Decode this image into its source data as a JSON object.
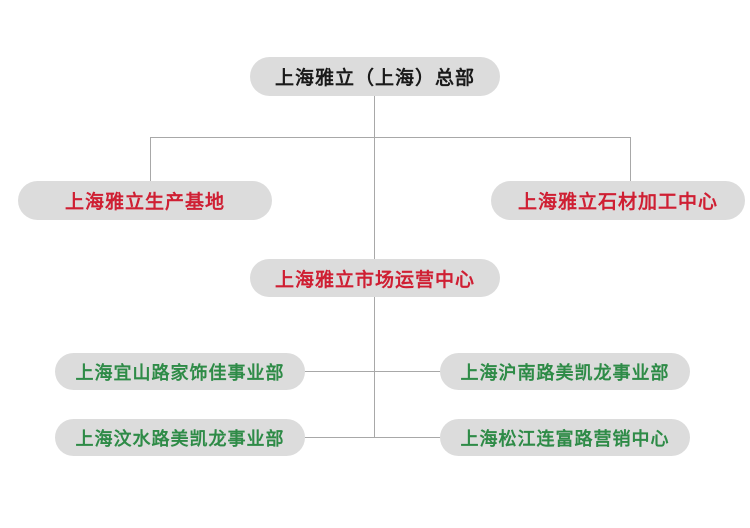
{
  "chart_data": {
    "type": "diagram",
    "title": "",
    "diagram_kind": "organizational-chart",
    "orientation": "top-down",
    "background_color": "#ffffff",
    "node_fill_color": "#dcdcdc",
    "connector_color": "#a8a8a8",
    "levels": [
      {
        "level": 1,
        "nodes": [
          {
            "id": "hq",
            "label": "上海雅立（上海）总部",
            "text_color": "#1a1a1a"
          }
        ]
      },
      {
        "level": 2,
        "nodes": [
          {
            "id": "production-base",
            "label": "上海雅立生产基地",
            "text_color": "#cf1f33"
          },
          {
            "id": "stone-processing-center",
            "label": "上海雅立石材加工中心",
            "text_color": "#cf1f33"
          }
        ]
      },
      {
        "level": 3,
        "nodes": [
          {
            "id": "market-operation-center",
            "label": "上海雅立市场运营中心",
            "text_color": "#cf1f33"
          }
        ]
      },
      {
        "level": 4,
        "nodes": [
          {
            "id": "yishan-road-division",
            "label": "上海宜山路家饰佳事业部",
            "text_color": "#2e8b47"
          },
          {
            "id": "hunan-road-division",
            "label": "上海沪南路美凯龙事业部",
            "text_color": "#2e8b47"
          },
          {
            "id": "wenshui-road-division",
            "label": "上海汶水路美凯龙事业部",
            "text_color": "#2e8b47"
          },
          {
            "id": "songjiang-lianfu-road-center",
            "label": "上海松江连富路营销中心",
            "text_color": "#2e8b47"
          }
        ]
      }
    ],
    "edges": [
      {
        "from": "hq",
        "to": "production-base"
      },
      {
        "from": "hq",
        "to": "stone-processing-center"
      },
      {
        "from": "hq",
        "to": "market-operation-center"
      },
      {
        "from": "market-operation-center",
        "to": "yishan-road-division"
      },
      {
        "from": "market-operation-center",
        "to": "hunan-road-division"
      },
      {
        "from": "market-operation-center",
        "to": "wenshui-road-division"
      },
      {
        "from": "market-operation-center",
        "to": "songjiang-lianfu-road-center"
      }
    ]
  },
  "nodes": {
    "hq": "上海雅立（上海）总部",
    "production_base": "上海雅立生产基地",
    "stone_center": "上海雅立石材加工中心",
    "market_center": "上海雅立市场运营中心",
    "yishan": "上海宜山路家饰佳事业部",
    "hunan": "上海沪南路美凯龙事业部",
    "wenshui": "上海汶水路美凯龙事业部",
    "songjiang": "上海松江连富路营销中心"
  }
}
